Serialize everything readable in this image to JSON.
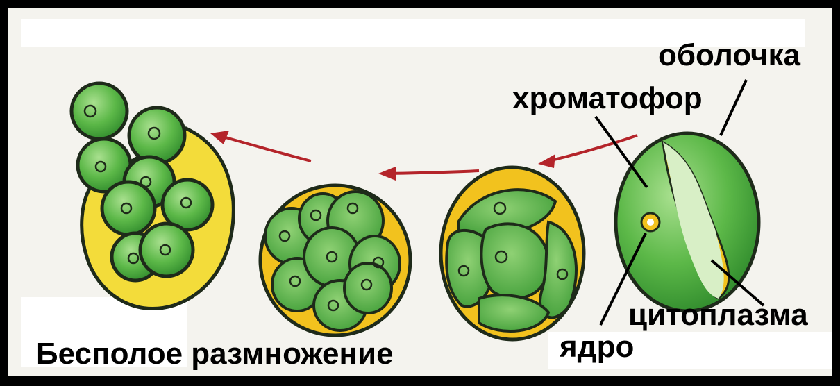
{
  "labels": {
    "shell": "оболочка",
    "chromatophore": "хроматофор",
    "cytoplasm": "цитоплазма",
    "nucleus": "ядро"
  },
  "caption": "Бесполое  размножение",
  "colors": {
    "cell_green": "#5cb848",
    "light_green": "#9fd88a",
    "cytoplasm_yellow": "#f2c21e",
    "sac_yellow": "#f3dc3a",
    "outline": "#1e2a1a",
    "arrow": "#b4242a",
    "frame": "#000000",
    "background": "#f4f3ee"
  }
}
